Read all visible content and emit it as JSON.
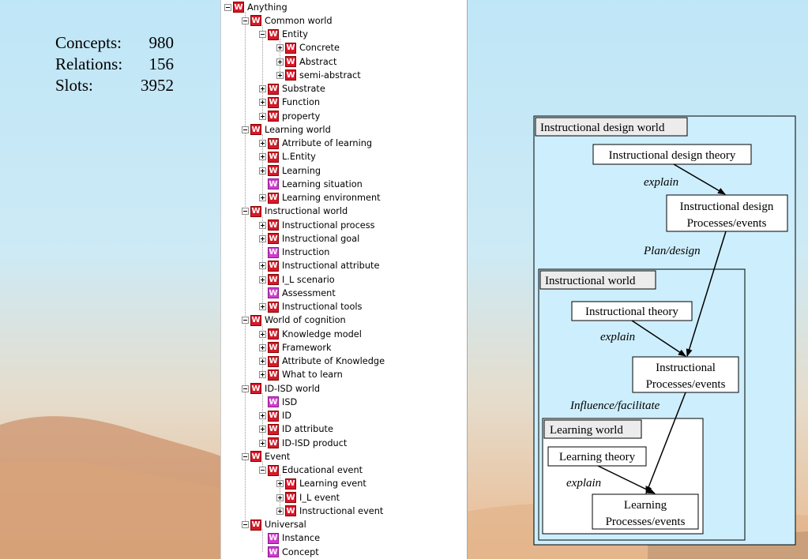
{
  "stats": [
    {
      "label": "Concepts:",
      "value": "980"
    },
    {
      "label": "Relations:",
      "value": "156"
    },
    {
      "label": "Slots:",
      "value": "3952"
    }
  ],
  "tree": [
    {
      "label": "Anything",
      "level": 0,
      "expander": "minus",
      "icon": "w"
    },
    {
      "label": "Common world",
      "level": 1,
      "expander": "minus",
      "icon": "w"
    },
    {
      "label": "Entity",
      "level": 2,
      "expander": "minus",
      "icon": "w"
    },
    {
      "label": "Concrete",
      "level": 3,
      "expander": "plus",
      "icon": "w"
    },
    {
      "label": "Abstract",
      "level": 3,
      "expander": "plus",
      "icon": "w"
    },
    {
      "label": "semi-abstract",
      "level": 3,
      "expander": "plus",
      "icon": "w"
    },
    {
      "label": "Substrate",
      "level": 2,
      "expander": "plus",
      "icon": "w"
    },
    {
      "label": "Function",
      "level": 2,
      "expander": "plus",
      "icon": "w"
    },
    {
      "label": "property",
      "level": 2,
      "expander": "plus",
      "icon": "w"
    },
    {
      "label": "Learning  world",
      "level": 1,
      "expander": "minus",
      "icon": "w"
    },
    {
      "label": "Atrribute of learning",
      "level": 2,
      "expander": "plus",
      "icon": "w"
    },
    {
      "label": "L.Entity",
      "level": 2,
      "expander": "plus",
      "icon": "w"
    },
    {
      "label": "Learning",
      "level": 2,
      "expander": "plus",
      "icon": "w"
    },
    {
      "label": "Learning situation",
      "level": 2,
      "expander": "none",
      "icon": "p"
    },
    {
      "label": "Learning environment",
      "level": 2,
      "expander": "plus",
      "icon": "w"
    },
    {
      "label": "Instructional world",
      "level": 1,
      "expander": "minus",
      "icon": "w"
    },
    {
      "label": "Instructional process",
      "level": 2,
      "expander": "plus",
      "icon": "w"
    },
    {
      "label": "Instructional goal",
      "level": 2,
      "expander": "plus",
      "icon": "w"
    },
    {
      "label": "Instruction",
      "level": 2,
      "expander": "none",
      "icon": "p"
    },
    {
      "label": "Instructional attribute",
      "level": 2,
      "expander": "plus",
      "icon": "w"
    },
    {
      "label": "I_L scenario",
      "level": 2,
      "expander": "plus",
      "icon": "w"
    },
    {
      "label": "Assessment",
      "level": 2,
      "expander": "none",
      "icon": "p"
    },
    {
      "label": "Instructional tools",
      "level": 2,
      "expander": "plus",
      "icon": "w"
    },
    {
      "label": "World of cognition",
      "level": 1,
      "expander": "minus",
      "icon": "w"
    },
    {
      "label": "Knowledge model",
      "level": 2,
      "expander": "plus",
      "icon": "w"
    },
    {
      "label": "Framework",
      "level": 2,
      "expander": "plus",
      "icon": "w"
    },
    {
      "label": "Attribute of Knowledge",
      "level": 2,
      "expander": "plus",
      "icon": "w"
    },
    {
      "label": "What to learn",
      "level": 2,
      "expander": "plus",
      "icon": "w"
    },
    {
      "label": "ID-ISD world",
      "level": 1,
      "expander": "minus",
      "icon": "w"
    },
    {
      "label": "ISD",
      "level": 2,
      "expander": "none",
      "icon": "p"
    },
    {
      "label": "ID",
      "level": 2,
      "expander": "plus",
      "icon": "w"
    },
    {
      "label": "ID attribute",
      "level": 2,
      "expander": "plus",
      "icon": "w"
    },
    {
      "label": "ID-ISD product",
      "level": 2,
      "expander": "plus",
      "icon": "w"
    },
    {
      "label": "Event",
      "level": 1,
      "expander": "minus",
      "icon": "w"
    },
    {
      "label": "Educational event",
      "level": 2,
      "expander": "minus",
      "icon": "w"
    },
    {
      "label": "Learning event",
      "level": 3,
      "expander": "plus",
      "icon": "w"
    },
    {
      "label": "I_L event",
      "level": 3,
      "expander": "plus",
      "icon": "w"
    },
    {
      "label": "Instructional event",
      "level": 3,
      "expander": "plus",
      "icon": "w"
    },
    {
      "label": "Universal",
      "level": 1,
      "expander": "minus",
      "icon": "w"
    },
    {
      "label": "Instance",
      "level": 2,
      "expander": "none",
      "icon": "p"
    },
    {
      "label": "Concept",
      "level": 2,
      "expander": "none",
      "icon": "p"
    }
  ],
  "icon_letter": "W",
  "diagram": {
    "outer_title": "Instructional design world",
    "id_theory": "Instructional design theory",
    "id_explain": "explain",
    "id_process_line1": "Instructional design",
    "id_process_line2": "Processes/events",
    "plan_label": "Plan/design",
    "inst_title": "Instructional world",
    "inst_theory": "Instructional theory",
    "inst_explain": "explain",
    "inst_process_line1": "Instructional",
    "inst_process_line2": "Processes/events",
    "influence_label": "Influence/facilitate",
    "learn_title": "Learning world",
    "learn_theory": "Learning theory",
    "learn_explain": "explain",
    "learn_process_line1": "Learning",
    "learn_process_line2": "Processes/events"
  },
  "colors": {
    "diagram_fill": "#cdeefc",
    "icon_red": "#d8182b",
    "icon_pink": "#d43ad1"
  }
}
